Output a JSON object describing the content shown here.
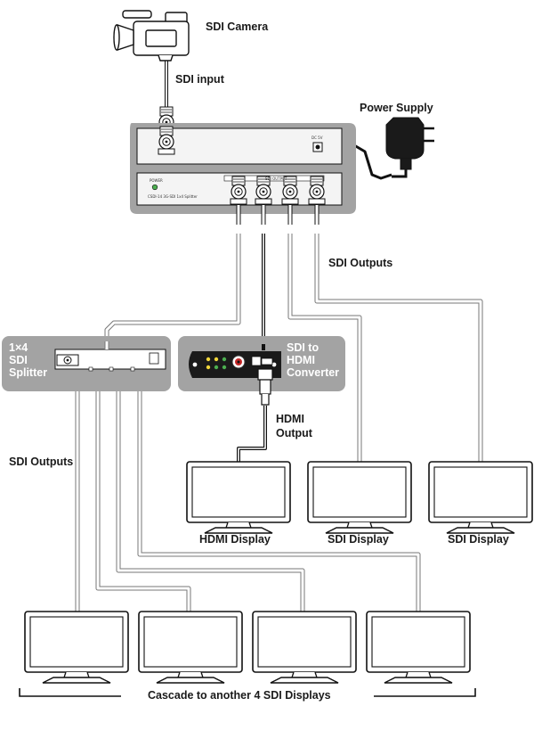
{
  "labels": {
    "sdi_camera": "SDI Camera",
    "sdi_input": "SDI input",
    "power_supply": "Power Supply",
    "sdi_outputs_top": "SDI Outputs",
    "splitter_title": [
      "1×4",
      "SDI",
      "Splitter"
    ],
    "converter_title": [
      "SDI to",
      "HDMI",
      "Converter"
    ],
    "hdmi_output": [
      "HDMI",
      "Output"
    ],
    "sdi_outputs_left": "SDI Outputs",
    "hdmi_display": "HDMI Display",
    "sdi_display_1": "SDI Display",
    "sdi_display_2": "SDI Display",
    "cascade": "Cascade to another 4 SDI Displays"
  },
  "device_text": {
    "power": "POWER",
    "model": "CSDI-14  3G-SDI 1x4 Splitter",
    "dc": "DC 5V",
    "sdi_output": "SDI OUTPUT"
  },
  "colors": {
    "device_gray": "#a3a3a3",
    "device_panel": "#f4f4f4",
    "line": "#111111",
    "cable_fill": "#ffffff",
    "cable_outline": "#666666"
  }
}
